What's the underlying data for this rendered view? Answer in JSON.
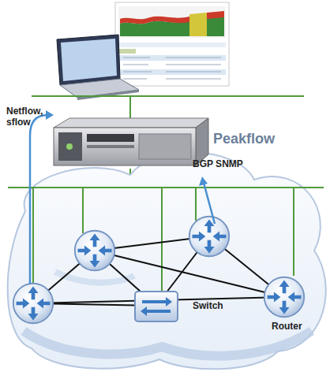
{
  "diagram": {
    "nodes": [
      {
        "text": [
          "Peakflow"
        ]
      },
      {
        "text": [
          "Switch"
        ]
      },
      {
        "text": [
          "Router"
        ]
      }
    ],
    "labels": [
      "Netflow, sflow",
      "BGP SNMP"
    ]
  }
}
